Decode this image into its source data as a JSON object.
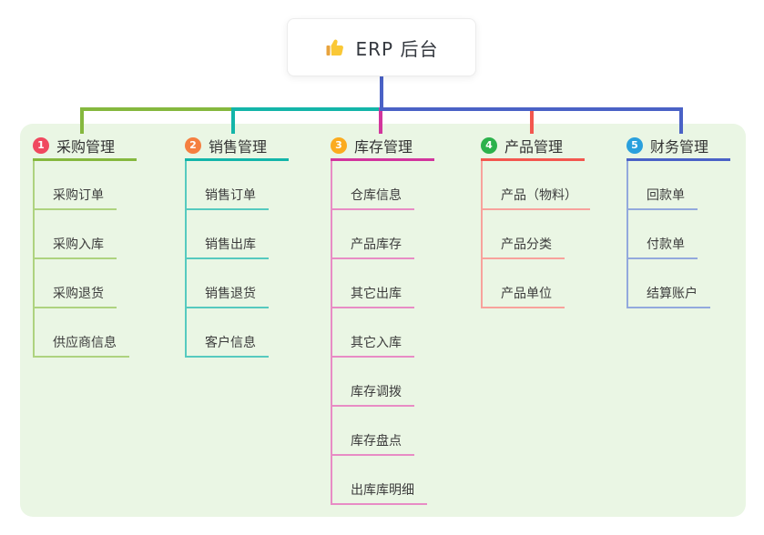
{
  "root": {
    "label": "ERP 后台",
    "icon": "thumbs-up-icon"
  },
  "canvas": {
    "background": "#ffffff",
    "panel_color": "#eaf6e4",
    "root_connector_color": "#4a62c6"
  },
  "branches": [
    {
      "index": "1",
      "label": "采购管理",
      "badge_color": "#f0485f",
      "line_color": "#85b83e",
      "sub_line_color": "#aed37f",
      "children": [
        "采购订单",
        "采购入库",
        "采购退货",
        "供应商信息"
      ]
    },
    {
      "index": "2",
      "label": "销售管理",
      "badge_color": "#f57f40",
      "line_color": "#13b5a9",
      "sub_line_color": "#56cabf",
      "children": [
        "销售订单",
        "销售出库",
        "销售退货",
        "客户信息"
      ]
    },
    {
      "index": "3",
      "label": "库存管理",
      "badge_color": "#fbab1f",
      "line_color": "#d2359d",
      "sub_line_color": "#e88cc5",
      "children": [
        "仓库信息",
        "产品库存",
        "其它出库",
        "其它入库",
        "库存调拨",
        "库存盘点",
        "出库库明细"
      ]
    },
    {
      "index": "4",
      "label": "产品管理",
      "badge_color": "#2cb24c",
      "line_color": "#f3574f",
      "sub_line_color": "#f8a29c",
      "children": [
        "产品（物料）",
        "产品分类",
        "产品单位"
      ]
    },
    {
      "index": "5",
      "label": "财务管理",
      "badge_color": "#2aa0dd",
      "line_color": "#4a62c6",
      "sub_line_color": "#93a9dd",
      "children": [
        "回款单",
        "付款单",
        "结算账户"
      ]
    }
  ]
}
